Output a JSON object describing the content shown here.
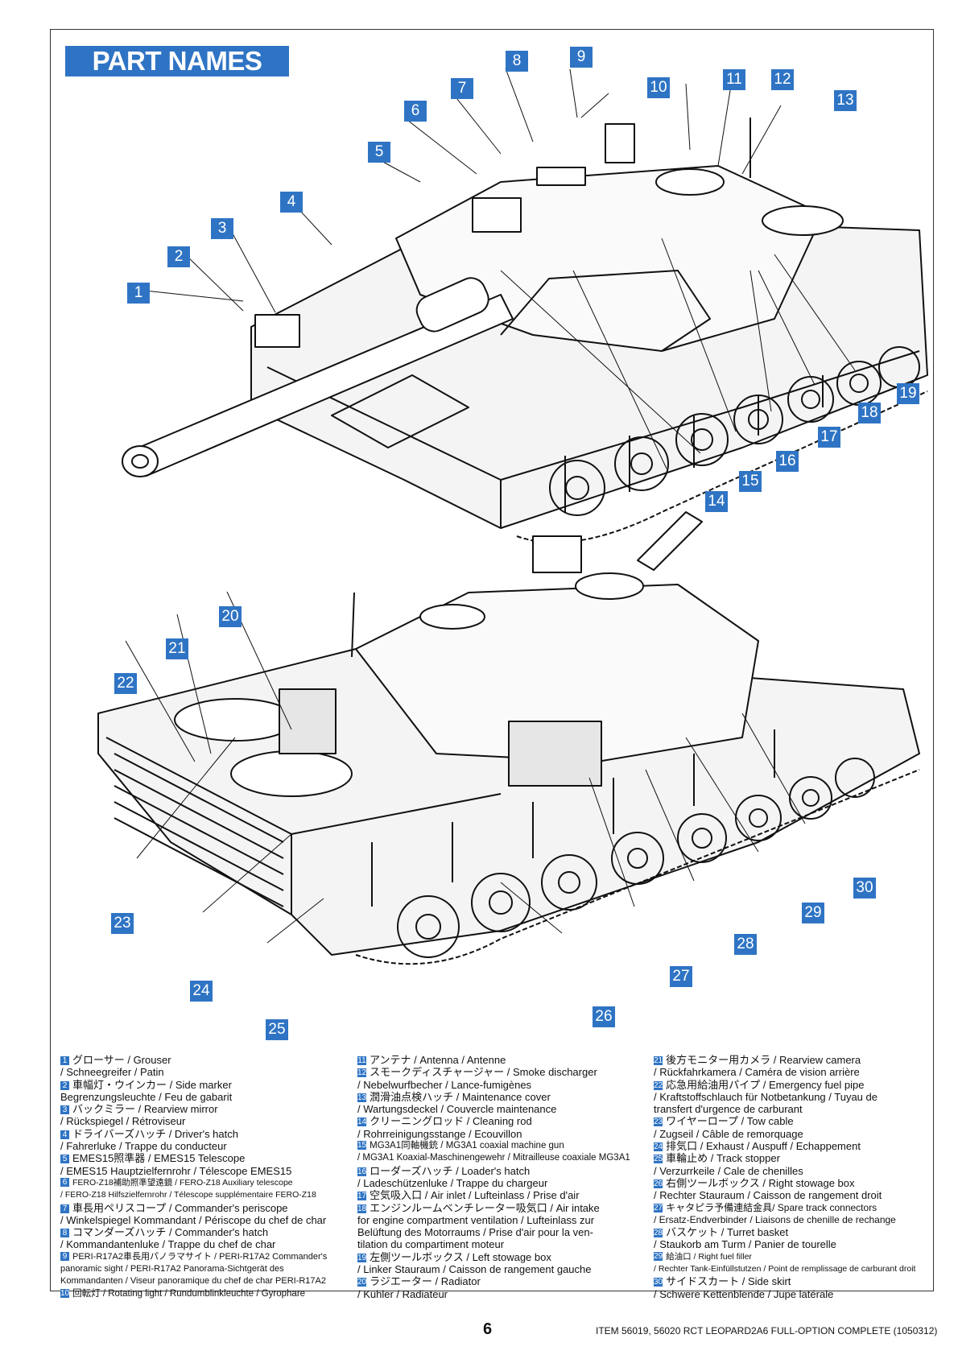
{
  "title": "PART NAMES",
  "callouts": {
    "c1": "1",
    "c2": "2",
    "c3": "3",
    "c4": "4",
    "c5": "5",
    "c6": "6",
    "c7": "7",
    "c8": "8",
    "c9": "9",
    "c10": "10",
    "c11": "11",
    "c12": "12",
    "c13": "13",
    "c14": "14",
    "c15": "15",
    "c16": "16",
    "c17": "17",
    "c18": "18",
    "c19": "19",
    "c20": "20",
    "c21": "21",
    "c22": "22",
    "c23": "23",
    "c24": "24",
    "c25": "25",
    "c26": "26",
    "c27": "27",
    "c28": "28",
    "c29": "29",
    "c30": "30"
  },
  "legend": [
    {
      "num": "1",
      "text": "グローサー / Grouser\n/ Schneegreifer / Patin"
    },
    {
      "num": "2",
      "text": "車幅灯・ウインカー / Side marker\nBegrenzungsleuchte / Feu de gabarit"
    },
    {
      "num": "3",
      "text": "バックミラー / Rearview mirror\n/ Rückspiegel / Rétroviseur"
    },
    {
      "num": "4",
      "text": "ドライバーズハッチ / Driver's hatch\n/ Fahrerluke / Trappe du conducteur"
    },
    {
      "num": "5",
      "text": "EMES15照準器 / EMES15 Telescope\n/ EMES15 Hauptzielfernrohr / Télescope EMES15"
    },
    {
      "num": "6",
      "text": "FERO-Z18補助照準望遠鏡 / FERO-Z18 Auxiliary telescope\n/ FERO-Z18 Hilfszielfernrohr / Télescope supplémentaire FERO-Z18"
    },
    {
      "num": "7",
      "text": "車長用ペリスコープ / Commander's periscope\n/ Winkelspiegel Kommandant / Périscope du chef de char"
    },
    {
      "num": "8",
      "text": "コマンダーズハッチ / Commander's hatch\n/ Kommandantenluke / Trappe du chef de char"
    },
    {
      "num": "9",
      "text": "PERI-R17A2車長用パノラマサイト / PERI-R17A2 Commander's panoramic sight / PERI-R17A2 Panorama-Sichtgerät des Kommandanten / Viseur panoramique du chef de char PERI-R17A2"
    },
    {
      "num": "10",
      "text": "回転灯 / Rotating light / Rundumblinkleuchte / Gyrophare"
    },
    {
      "num": "11",
      "text": "アンテナ / Antenna / Antenne"
    },
    {
      "num": "12",
      "text": "スモークディスチャージャー / Smoke discharger\n/ Nebelwurfbecher / Lance-fumigènes"
    },
    {
      "num": "13",
      "text": "潤滑油点検ハッチ / Maintenance cover\n/ Wartungsdeckel / Couvercle maintenance"
    },
    {
      "num": "14",
      "text": "クリーニングロッド / Cleaning rod\n/ Rohrreinigungsstange / Ecouvillon"
    },
    {
      "num": "15",
      "text": "MG3A1同軸機銃 / MG3A1 coaxial machine gun\n/ MG3A1 Koaxial-Maschinengewehr / Mitrailleuse coaxiale MG3A1"
    },
    {
      "num": "16",
      "text": "ローダーズハッチ / Loader's hatch\n/ Ladeschützenluke / Trappe du chargeur"
    },
    {
      "num": "17",
      "text": "空気吸入口 / Air inlet / Lufteinlass / Prise d'air"
    },
    {
      "num": "18",
      "text": "エンジンルームベンチレーター吸気口 / Air intake\nfor engine compartment ventilation / Lufteinlass zur\nBelüftung des Motorraums / Prise d'air pour la ven-\ntilation du compartiment moteur"
    },
    {
      "num": "19",
      "text": "左側ツールボックス / Left stowage box\n/ Linker Stauraum / Caisson de rangement gauche"
    },
    {
      "num": "20",
      "text": "ラジエーター / Radiator\n/ Kühler / Radiateur"
    },
    {
      "num": "21",
      "text": "後方モニター用カメラ / Rearview camera\n/ Rückfahrkamera / Caméra de vision arrière"
    },
    {
      "num": "22",
      "text": "応急用給油用パイプ / Emergency fuel pipe\n/ Kraftstoffschlauch für Notbetankung / Tuyau de\ntransfert d'urgence de carburant"
    },
    {
      "num": "23",
      "text": "ワイヤーロープ / Tow cable\n/ Zugseil / Câble de remorquage"
    },
    {
      "num": "24",
      "text": "排気口 / Exhaust / Auspuff / Echappement"
    },
    {
      "num": "25",
      "text": "車輪止め / Track stopper\n/ Verzurrkeile / Cale de chenilles"
    },
    {
      "num": "26",
      "text": "右側ツールボックス / Right stowage box\n/ Rechter Stauraum / Caisson de rangement droit"
    },
    {
      "num": "27",
      "text": "キャタピラ予備連結金具/ Spare track connectors\n/ Ersatz-Endverbinder / Liaisons de chenille de rechange"
    },
    {
      "num": "28",
      "text": "バスケット / Turret basket\n/ Staukorb am Turm / Panier de tourelle"
    },
    {
      "num": "29",
      "text": "給油口 / Right fuel filler\n/ Rechter Tank-Einfüllstutzen / Point de remplissage de carburant droit"
    },
    {
      "num": "30",
      "text": "サイドスカート / Side skirt\n/ Schwere Kettenblende / Jupe latérale"
    }
  ],
  "footer": {
    "page": "6",
    "item": "ITEM 56019, 56020  RCT LEOPARD2A6 FULL-OPTION COMPLETE (1050312)"
  }
}
